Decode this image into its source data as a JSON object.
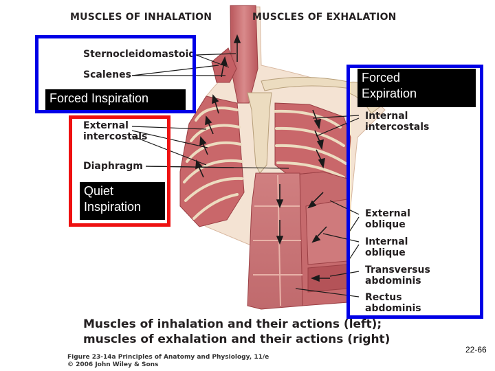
{
  "headings": {
    "inhalation": "MUSCLES OF INHALATION",
    "exhalation": "MUSCLES OF EXHALATION"
  },
  "left_labels": {
    "sternocleidomastoid": "Sternocleidomastoid",
    "scalenes": "Scalenes",
    "external_intercostals": [
      "External",
      "intercostals"
    ],
    "diaphragm": "Diaphragm"
  },
  "right_labels": {
    "internal_intercostals": [
      "Internal",
      "intercostals"
    ],
    "external_oblique": [
      "External",
      "oblique"
    ],
    "internal_oblique": [
      "Internal",
      "oblique"
    ],
    "transversus_abdominis": [
      "Transversus",
      "abdominis"
    ],
    "rectus_abdominis": [
      "Rectus",
      "abdominis"
    ]
  },
  "overlays": {
    "forced_inspiration": "Forced Inspiration",
    "forced_expiration": [
      "Forced",
      "Expiration"
    ],
    "quiet_inspiration": [
      "Quiet",
      "Inspiration"
    ]
  },
  "caption": [
    "Muscles of inhalation and their actions (left);",
    "muscles of exhalation and their actions (right)"
  ],
  "figure_reference": [
    "Figure 23-14a  Principles of Anatomy and Physiology, 11/e",
    "© 2006 John Wiley & Sons"
  ],
  "slide_number": "22-66",
  "colors": {
    "muscle": "#c9676a",
    "muscle_dark": "#a8474c",
    "bone": "#ecdcc0",
    "bone_outline": "#b79f7a",
    "blue_box": "#0000e6",
    "red_box": "#ee1111"
  }
}
